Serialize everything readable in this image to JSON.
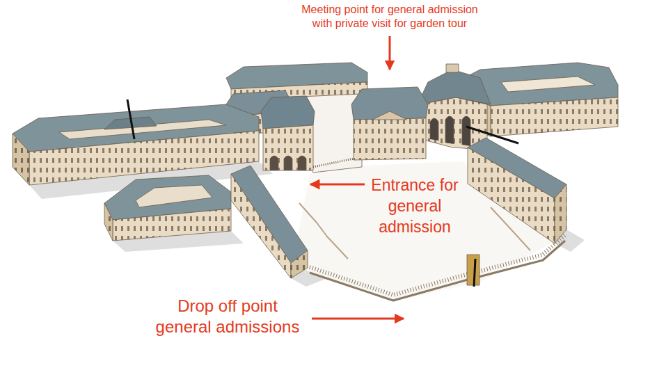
{
  "diagram": {
    "labels": [
      "Meeting point for general admission with private visit for garden tour",
      "Entrance for general admission",
      "Drop off point general admissions"
    ]
  }
}
